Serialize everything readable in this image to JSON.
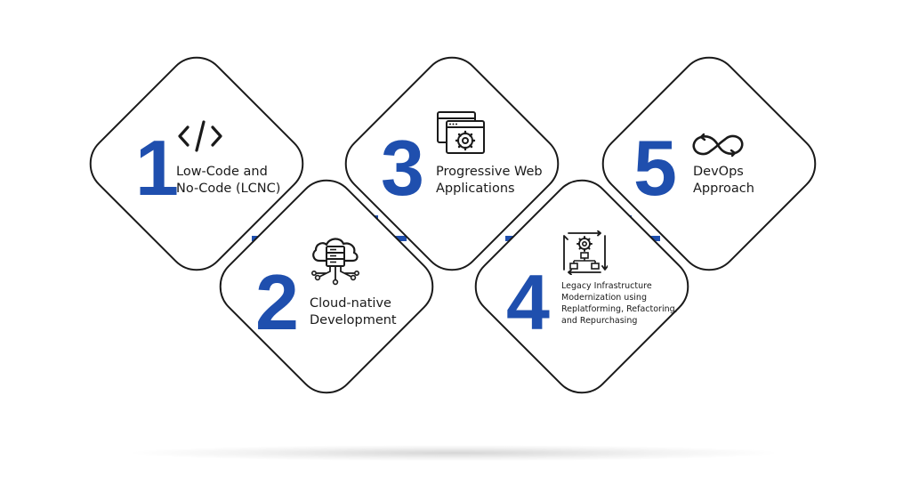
{
  "colors": {
    "accent": "#1f4fae",
    "outline": "#1a1a1a",
    "background": "#ffffff"
  },
  "steps": [
    {
      "number": "1",
      "line1": "Low-Code and",
      "line2": "No-Code (LCNC)",
      "icon": "code-icon"
    },
    {
      "number": "2",
      "line1": "Cloud-native",
      "line2": "Development",
      "icon": "cloud-server-icon"
    },
    {
      "number": "3",
      "line1": "Progressive Web",
      "line2": "Applications",
      "icon": "browser-gear-icon"
    },
    {
      "number": "4",
      "line1": "Legacy Infrastructure",
      "line2": "Modernization using",
      "line3": "Replatforming, Refactoring,",
      "line4": "and Repurchasing",
      "icon": "gear-flow-icon"
    },
    {
      "number": "5",
      "line1": "DevOps",
      "line2": "Approach",
      "icon": "infinity-loop-icon"
    }
  ]
}
